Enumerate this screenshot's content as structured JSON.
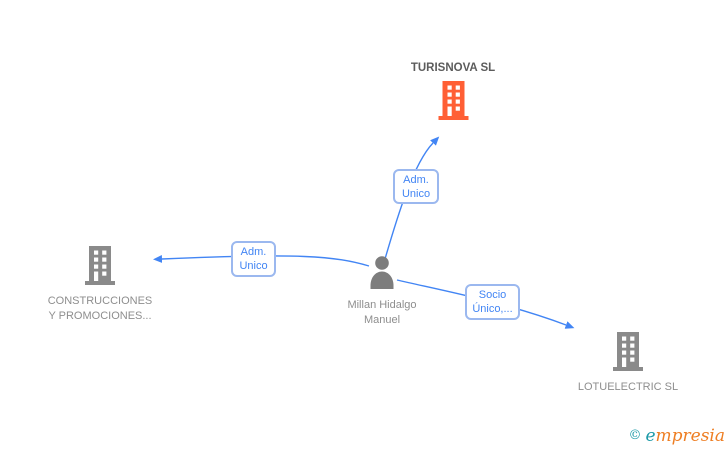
{
  "nodes": {
    "turisnova": {
      "label": "TURISNOVA SL",
      "type": "company",
      "icon": "building-icon",
      "highlighted": true
    },
    "person": {
      "label": "Millan Hidalgo Manuel",
      "type": "person",
      "icon": "person-icon"
    },
    "construcciones": {
      "label": "CONSTRUCCIONES Y PROMOCIONES...",
      "type": "company",
      "icon": "building-icon"
    },
    "lotuelectric": {
      "label": "LOTUELECTRIC SL",
      "type": "company",
      "icon": "building-icon"
    }
  },
  "edges": [
    {
      "from": "person",
      "to": "turisnova",
      "label": "Adm. Unico"
    },
    {
      "from": "person",
      "to": "construcciones",
      "label": "Adm. Unico"
    },
    {
      "from": "person",
      "to": "lotuelectric",
      "label": "Socio Único,..."
    }
  ],
  "colors": {
    "edge_blue": "#4285f4",
    "edge_box_border": "#9bb8ef",
    "highlight_orange": "#ff5f35",
    "icon_gray": "#808080",
    "label_gray": "#8e8e8e",
    "title_gray": "#5c5c5c",
    "brand_teal": "#1d9aa8",
    "brand_orange": "#ee7e23"
  },
  "watermark": {
    "copyright": "©",
    "brand_initial": "e",
    "brand_rest": "mpresia"
  }
}
